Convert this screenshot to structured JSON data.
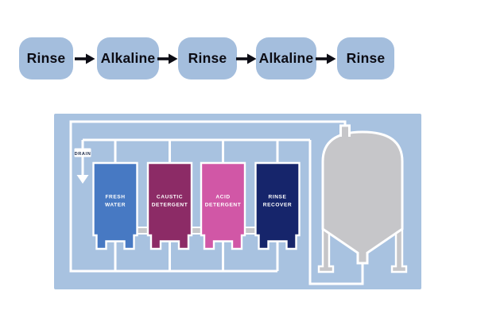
{
  "flowchart": {
    "steps": [
      {
        "label": "Rinse"
      },
      {
        "label": "Alkaline"
      },
      {
        "label": "Rinse"
      },
      {
        "label": "Alkaline"
      },
      {
        "label": "Rinse"
      }
    ]
  },
  "diagram": {
    "drain_label": "DRAIN",
    "tanks": [
      {
        "name": "fresh-water",
        "label_line1": "FRESH",
        "label_line2": "WATER",
        "color": "#4779c3"
      },
      {
        "name": "caustic-detergent",
        "label_line1": "CAUSTIC",
        "label_line2": "DETERGENT",
        "color": "#8c2b66"
      },
      {
        "name": "acid-detergent",
        "label_line1": "ACID",
        "label_line2": "DETERGENT",
        "color": "#d157a6"
      },
      {
        "name": "rinse-recover",
        "label_line1": "RINSE",
        "label_line2": "RECOVER",
        "color": "#16256b"
      }
    ],
    "process_vessel": {
      "name": "process-vessel",
      "color": "#c6c6c9"
    },
    "colors": {
      "panel_bg": "#a8c2e0",
      "pipe": "#ffffff",
      "flow_box_bg": "#a4bedd",
      "arrow": "#0c0c14",
      "connector_bar": "#c6c7ca",
      "drain_box_bg": "#ffffff"
    }
  }
}
